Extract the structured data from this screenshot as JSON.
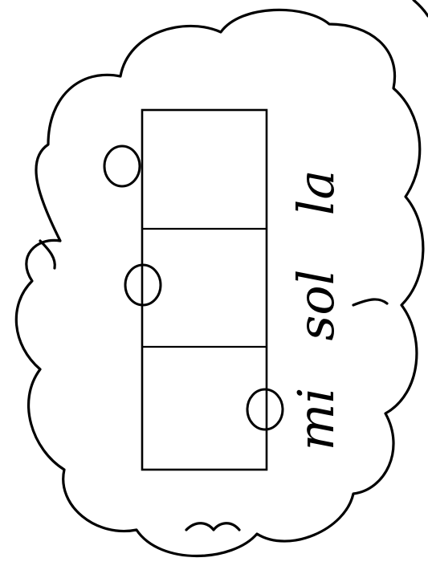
{
  "labels": {
    "mi": "mi",
    "sol": "sol",
    "la": "la"
  },
  "colors": {
    "ink": "#000000",
    "paper": "#ffffff"
  }
}
